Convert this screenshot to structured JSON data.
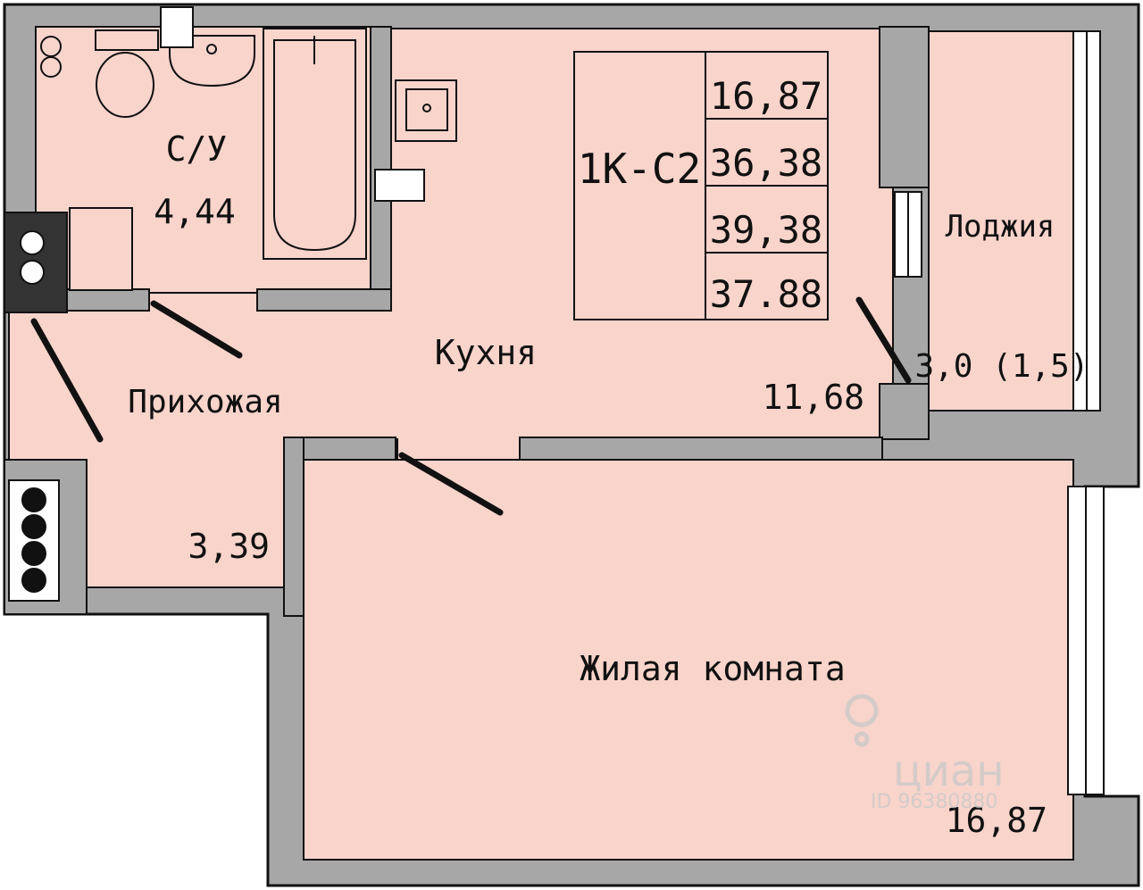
{
  "colors": {
    "wall": "#a7a7a7",
    "outline": "#111111",
    "floor": "#f8d4cb",
    "window": "#ffffff",
    "watermark": "#c9c9c9"
  },
  "plan_type": "1К-С2",
  "summary_areas": [
    "16,87",
    "36,38",
    "39,38",
    "37.88"
  ],
  "rooms": {
    "bathroom": {
      "name": "С/У",
      "area": "4,44"
    },
    "hallway": {
      "name": "Прихожая",
      "area": "3,39"
    },
    "kitchen": {
      "name": "Кухня",
      "area": "11,68"
    },
    "loggia": {
      "name": "Лоджия",
      "area": "3,0 (1,5)"
    },
    "living": {
      "name": "Жилая комната",
      "area": "16,87"
    }
  },
  "watermark": {
    "brand": "циан",
    "id": "ID 96380880"
  },
  "icons": {
    "pin": "location-pin-icon",
    "toilet": "toilet-icon",
    "bathtub": "bathtub-icon",
    "sink": "sink-icon",
    "stove": "stove-icon",
    "washer": "washing-machine-icon",
    "riser": "riser-pipe-icon"
  }
}
